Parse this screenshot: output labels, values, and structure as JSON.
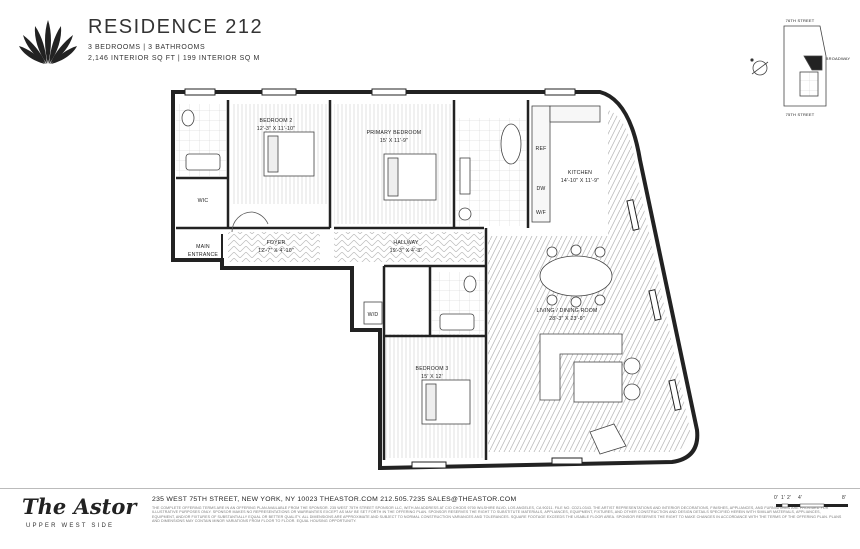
{
  "header": {
    "title": "RESIDENCE 212",
    "rooms_line": "3 BEDROOMS | 3 BATHROOMS",
    "area_line": "2,146 INTERIOR SQ FT | 199 INTERIOR SQ M"
  },
  "rooms": {
    "bedroom2": {
      "name": "BEDROOM 2",
      "size": "12'-3\" X 11'-10\""
    },
    "primary": {
      "name": "PRIMARY BEDROOM",
      "size": "15' X 11'-9\""
    },
    "kitchen": {
      "name": "KITCHEN",
      "size": "14'-10\" X 11'-9\""
    },
    "wic": {
      "name": "WIC"
    },
    "foyer": {
      "name": "FOYER",
      "size": "12'-7\" X 4'-10\""
    },
    "hallway": {
      "name": "HALLWAY",
      "size": "19'-3\" X 4'-3\""
    },
    "living": {
      "name": "LIVING / DINING ROOM",
      "size": "28'-3\" X 23'-9\""
    },
    "bedroom3": {
      "name": "BEDROOM 3",
      "size": "15' X 12'"
    },
    "wd": {
      "name": "W/D"
    },
    "main_entrance": [
      "MAIN",
      "ENTRANCE"
    ],
    "appliances": {
      "ref": "REF",
      "dw": "DW",
      "wf": "W/F"
    }
  },
  "keyplan": {
    "street_top": "76TH STREET",
    "street_bottom": "75TH STREET",
    "street_side": "BROADWAY"
  },
  "footer": {
    "address": "235 WEST 75TH STREET, NEW YORK, NY 10023     THEASTOR.COM     212.505.7235     SALES@THEASTOR.COM",
    "disclaimer": "THE COMPLETE OFFERING TERMS ARE IN AN OFFERING PLAN AVAILABLE FROM THE SPONSOR. 235 WEST 75TH STREET SPONSOR LLC, WITH AN ADDRESS AT C/O CHODS 9700 WILSHIRE BLVD, LOS ANGELES, CA 90211. FILE NO. CD21-0343. THE ARTIST REPRESENTATIONS AND INTERIOR DECORATIONS, FINISHES, APPLIANCES, AND FURNISHINGS ARE PROVIDED FOR ILLUSTRATIVE PURPOSES ONLY. SPONSOR MAKES NO REPRESENTATIONS OR WARRANTIES EXCEPT AS MAY BE SET FORTH IN THE OFFERING PLAN. SPONSOR RESERVES THE RIGHT TO SUBSTITUTE MATERIALS, APPLIANCES, EQUIPMENT, FIXTURES, AND OTHER CONSTRUCTION AND DESIGN DETAILS SPECIFIED HEREIN WITH SIMILAR MATERIALS, APPLIANCES, EQUIPMENT, AND/OR FIXTURES OF SUBSTANTIALLY EQUAL OR BETTER QUALITY. ALL DIMENSIONS ARE APPROXIMATE AND SUBJECT TO NORMAL CONSTRUCTION VARIANCES AND TOLERANCES. SQUARE FOOTAGE EXCEEDS THE USABLE FLOOR AREA. SPONSOR RESERVES THE RIGHT TO MAKE CHANGES IN ACCORDANCE WITH THE TERMS OF THE OFFERING PLAN. PLANS AND DIMENSIONS MAY CONTAIN MINOR VARIATIONS FROM FLOOR TO FLOOR. EQUAL HOUSING OPPORTUNITY.",
    "brand": "The Astor",
    "brand_sub": "UPPER WEST SIDE",
    "scale_labels": [
      "0'",
      "1'",
      "2'",
      "4'",
      "8'"
    ]
  }
}
